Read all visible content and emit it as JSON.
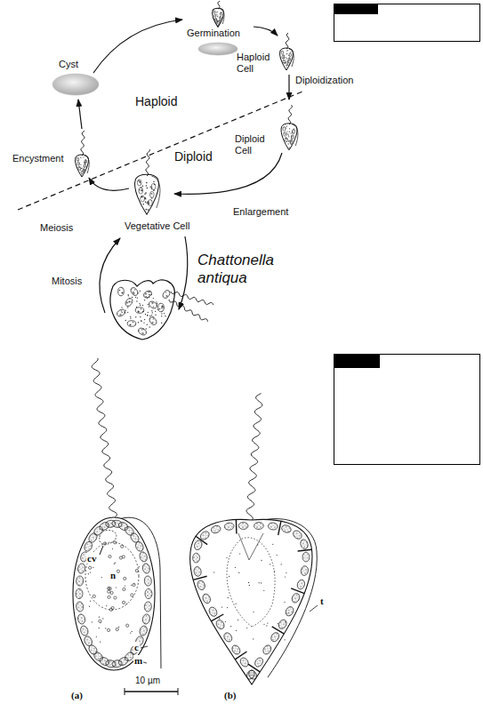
{
  "diagram": {
    "labels": [
      "Germination",
      "Haploid Cell",
      "Cyst",
      "Diploidization",
      "Haploid",
      "Encystment",
      "Diploid",
      "Diploid Cell",
      "Enlargement",
      "Meiosis",
      "Vegetative Cell",
      "Chattonella antiqua",
      "Mitosis",
      "cv",
      "n",
      "c",
      "m",
      "t",
      "10 µm",
      "(a)",
      "(b)"
    ]
  }
}
